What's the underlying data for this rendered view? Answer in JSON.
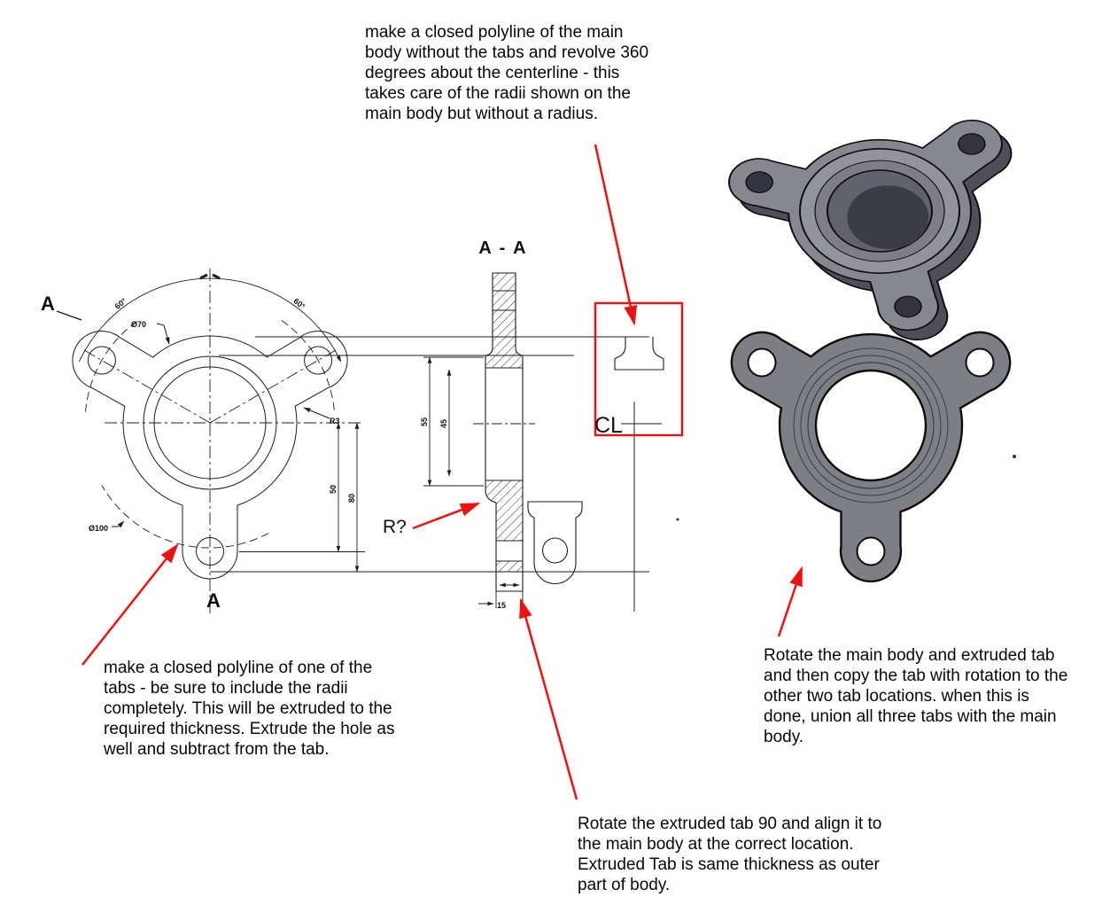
{
  "notes": {
    "top": "make a closed polyline of the main body without the tabs and revolve 360 degrees about the centerline - this takes care of the radii shown on the main body but without a radius.",
    "bottom_left": "make a closed polyline of one of the tabs - be sure to include the radii completely. This will be extruded to the required thickness. Extrude the hole as well and subtract from the tab.",
    "bottom_center": "Rotate the extruded tab 90 and align it to the main body at the correct location. Extruded Tab is same thickness as outer part of body.",
    "right": "Rotate the main body and extruded tab and then copy the tab with rotation to the other two tab locations. when this is done, union all three tabs with the main body."
  },
  "drawing": {
    "section_title": "A - A",
    "section_marker": "A",
    "centerline_label": "CL",
    "radius_query": "R?",
    "dims": {
      "dia_boss": "Ø70",
      "dia_bolt_circle": "Ø100",
      "fillet_radius": "R3",
      "angle_left": "60°",
      "angle_right": "60°",
      "section_outer": "55",
      "section_bore": "45",
      "tab_offset": "50",
      "overall_height": "80",
      "tab_thickness": "15"
    }
  },
  "colors": {
    "annotation_red": "#ee1111",
    "drawing_line": "#1c1c1c",
    "model_gray": "#85858d",
    "model_dark": "#4a4a56"
  }
}
